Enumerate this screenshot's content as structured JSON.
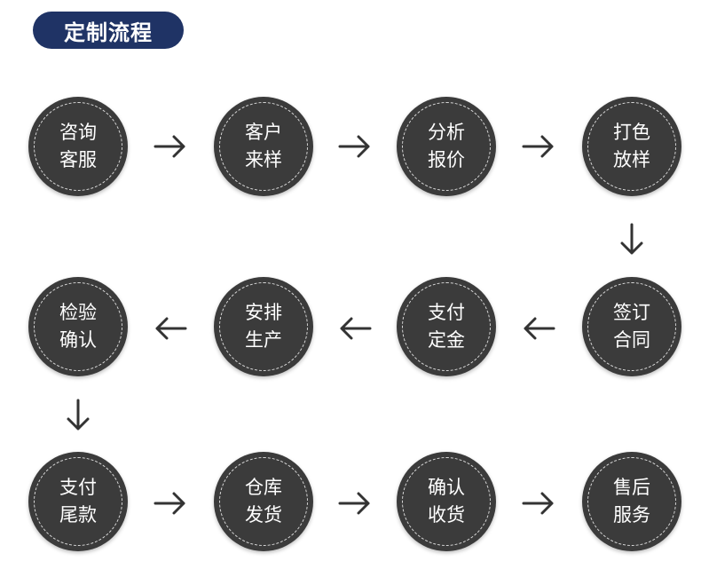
{
  "title": "定制流程",
  "steps": [
    {
      "id": "consult",
      "line1": "咨询",
      "line2": "客服"
    },
    {
      "id": "sample",
      "line1": "客户",
      "line2": "来样"
    },
    {
      "id": "quote",
      "line1": "分析",
      "line2": "报价"
    },
    {
      "id": "proof",
      "line1": "打色",
      "line2": "放样"
    },
    {
      "id": "contract",
      "line1": "签订",
      "line2": "合同"
    },
    {
      "id": "deposit",
      "line1": "支付",
      "line2": "定金"
    },
    {
      "id": "production",
      "line1": "安排",
      "line2": "生产"
    },
    {
      "id": "inspection",
      "line1": "检验",
      "line2": "确认"
    },
    {
      "id": "balance",
      "line1": "支付",
      "line2": "尾款"
    },
    {
      "id": "shipping",
      "line1": "仓库",
      "line2": "发货"
    },
    {
      "id": "receipt",
      "line1": "确认",
      "line2": "收货"
    },
    {
      "id": "aftersales",
      "line1": "售后",
      "line2": "服务"
    }
  ],
  "colors": {
    "badge": "#1f3365",
    "circle": "#3b3b3b",
    "arrow": "#333333",
    "text": "#ffffff"
  }
}
